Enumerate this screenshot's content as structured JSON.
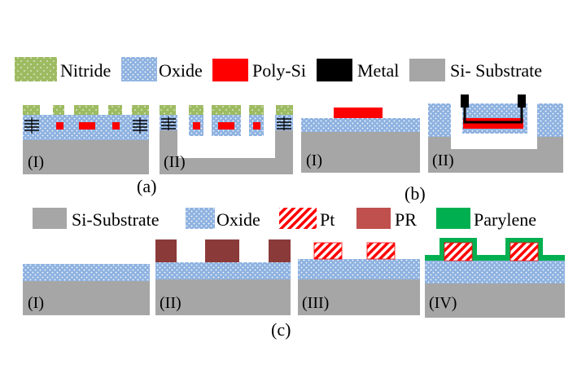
{
  "colors": {
    "nitride": "#9dbb61",
    "oxide": "#8eb2e0",
    "polysi": "#ff0000",
    "metal": "#000000",
    "substrate": "#a6a6a6",
    "pt": "#ff0000",
    "pr": "#c0504d",
    "pr_dark": "#8b3a3a",
    "parylene": "#00b050"
  },
  "legend_top": {
    "nitride": "Nitride",
    "oxide": "Oxide",
    "polysi": "Poly-Si",
    "metal": "Metal",
    "substrate": "Si- Substrate"
  },
  "legend_bottom": {
    "substrate": "Si-Substrate",
    "oxide": "Oxide",
    "pt": "Pt",
    "pr": "PR",
    "parylene": "Parylene"
  },
  "panel_a": {
    "label": "(a)",
    "step1": "(I)",
    "step2": "(II)"
  },
  "panel_b": {
    "label": "(b)",
    "step1": "(I)",
    "step2": "(II)"
  },
  "panel_c": {
    "label": "(c)",
    "step1": "(I)",
    "step2": "(II)",
    "step3": "(III)",
    "step4": "(IV)"
  }
}
